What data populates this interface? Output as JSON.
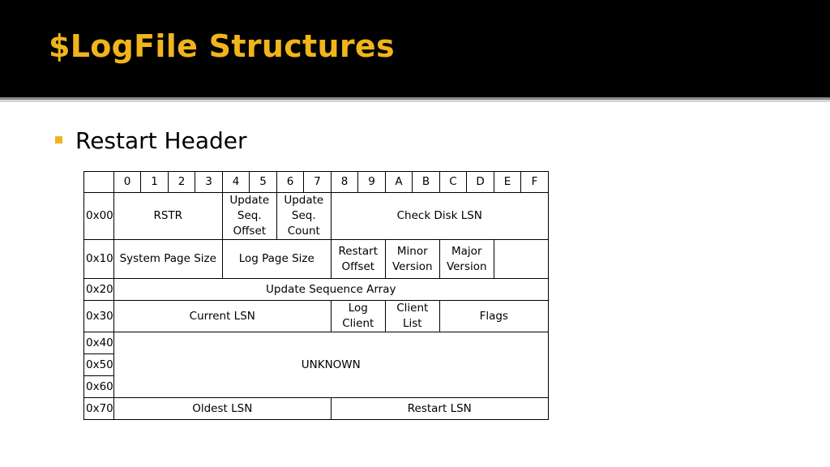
{
  "slide": {
    "title": "$LogFile Structures",
    "bullet": "Restart Header"
  },
  "colors": {
    "title_bar": "#000000",
    "title_text": "#f0b41c",
    "bullet": "#f0b41c",
    "table_border": "#000000"
  },
  "table": {
    "columns": [
      "0",
      "1",
      "2",
      "3",
      "4",
      "5",
      "6",
      "7",
      "8",
      "9",
      "A",
      "B",
      "C",
      "D",
      "E",
      "F"
    ],
    "rows": [
      {
        "offset": "0x00",
        "cells": [
          {
            "label": "RSTR",
            "span": 4
          },
          {
            "label": "Update Seq. Offset",
            "span": 2
          },
          {
            "label": "Update Seq. Count",
            "span": 2
          },
          {
            "label": "Check Disk LSN",
            "span": 8
          }
        ]
      },
      {
        "offset": "0x10",
        "cells": [
          {
            "label": "System Page Size",
            "span": 4
          },
          {
            "label": "Log Page Size",
            "span": 4
          },
          {
            "label": "Restart Offset",
            "span": 2
          },
          {
            "label": "Minor Version",
            "span": 2
          },
          {
            "label": "Major Version",
            "span": 2
          },
          {
            "label": "",
            "span": 2
          }
        ]
      },
      {
        "offset": "0x20",
        "cells": [
          {
            "label": "Update Sequence Array",
            "span": 16
          }
        ]
      },
      {
        "offset": "0x30",
        "cells": [
          {
            "label": "Current LSN",
            "span": 8
          },
          {
            "label": "Log Client",
            "span": 2
          },
          {
            "label": "Client List",
            "span": 2
          },
          {
            "label": "Flags",
            "span": 4
          }
        ]
      },
      {
        "offset": "0x40",
        "cells": [
          {
            "label": "UNKNOWN",
            "span": 16,
            "rowspan": 3
          }
        ]
      },
      {
        "offset": "0x50",
        "cells": []
      },
      {
        "offset": "0x60",
        "cells": []
      },
      {
        "offset": "0x70",
        "cells": [
          {
            "label": "Oldest LSN",
            "span": 8
          },
          {
            "label": "Restart LSN",
            "span": 8
          }
        ]
      }
    ]
  }
}
